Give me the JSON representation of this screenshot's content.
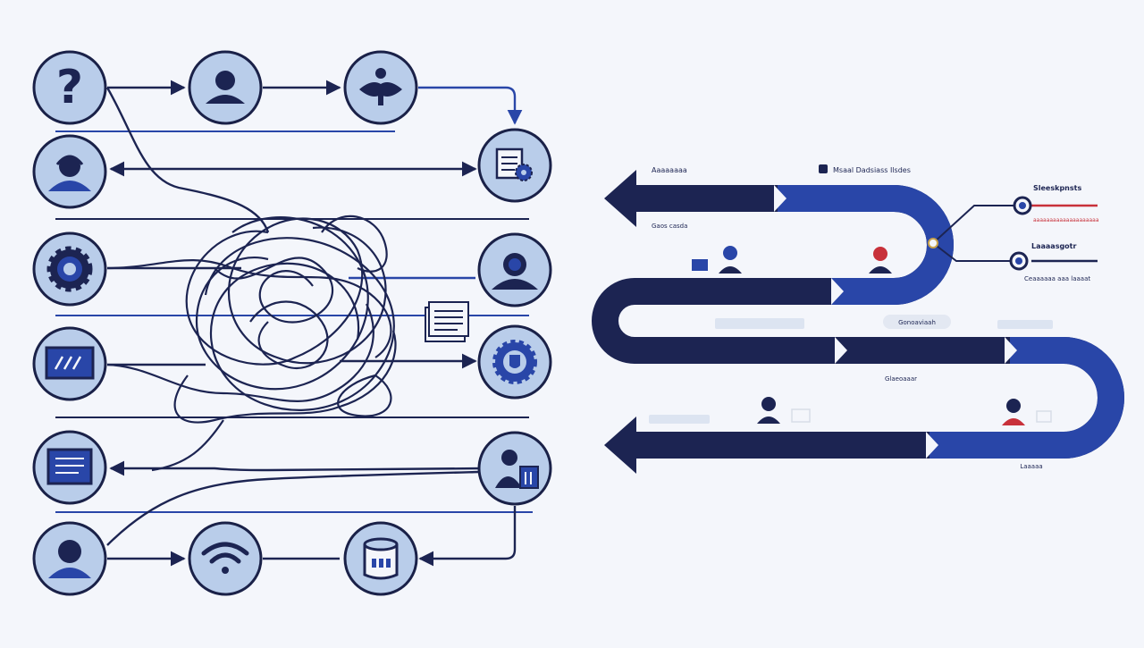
{
  "colors": {
    "background": "#f4f6fb",
    "navy": "#1c2452",
    "blue": "#2946a8",
    "node_fill": "#b9cdea",
    "node_stroke": "#1a2148",
    "red": "#c8313a"
  },
  "left_panel": {
    "nodes": [
      {
        "id": "start",
        "icon": "question-mark-icon"
      },
      {
        "id": "person-1",
        "icon": "person-icon"
      },
      {
        "id": "handshake",
        "icon": "handshake-icon"
      },
      {
        "id": "document-gear",
        "icon": "document-gear-icon"
      },
      {
        "id": "agent",
        "icon": "headset-person-icon"
      },
      {
        "id": "settings",
        "icon": "gear-icon"
      },
      {
        "id": "support",
        "icon": "support-person-icon"
      },
      {
        "id": "chart",
        "icon": "chart-screen-icon"
      },
      {
        "id": "gear-shield",
        "icon": "gear-shield-icon"
      },
      {
        "id": "form",
        "icon": "form-screen-icon"
      },
      {
        "id": "presenter",
        "icon": "presenter-icon"
      },
      {
        "id": "user",
        "icon": "user-icon"
      },
      {
        "id": "wifi",
        "icon": "wifi-icon"
      },
      {
        "id": "database",
        "icon": "database-icon"
      }
    ],
    "center_icon": "document-stack-icon",
    "tangle_icon": "tangled-lines"
  },
  "right_panel": {
    "labels": {
      "top_left": "Aaaaaaaa",
      "top_center": "Msaal Dadsiass Ilsdes",
      "left_small": "Gaos casda",
      "branch_1": "Sleeskpnsts",
      "branch_1_sub": "aaaaaaaaaaaaaaaaaaaa",
      "branch_2": "Laaaasgotr",
      "branch_2_sub": "Ceaaaaaa aaa laaaat",
      "middle": "Gonoaviaah",
      "lower_center": "Glaeoaaar",
      "bottom_right": "Laaaaa"
    },
    "people_icons": [
      "person-at-laptop-icon",
      "person-icon",
      "person-icon",
      "person-icon"
    ]
  }
}
